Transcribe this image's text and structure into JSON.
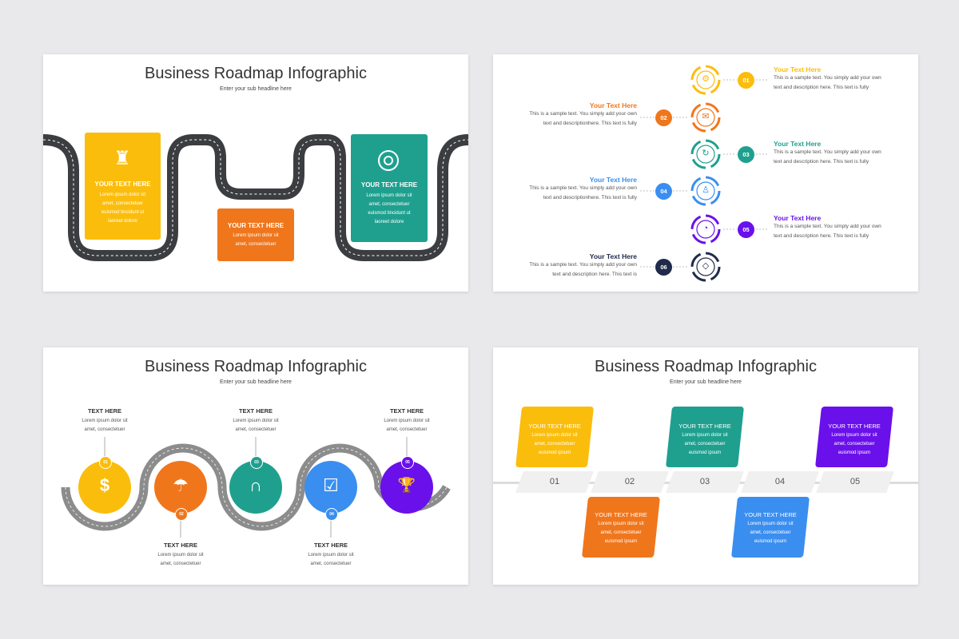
{
  "colors": {
    "yellow": "#fbbd0c",
    "orange": "#f0761c",
    "teal": "#1fa08f",
    "blue": "#3a8ef0",
    "purple": "#6a10ea",
    "navy": "#202a49",
    "road": "#3b3d40",
    "road2": "#8c8c8c"
  },
  "slide1": {
    "title": "Business Roadmap Infographic",
    "subtitle": "Enter your sub headline here",
    "cards": [
      {
        "heading": "YOUR TEXT HERE",
        "lines": [
          "Lorem ipsum dolor sit",
          "amet, consectetuer",
          "euismod tincidunt ut",
          "laoreet dolore"
        ],
        "icon": "chess-icon"
      },
      {
        "heading": "YOUR TEXT HERE",
        "lines": [
          "Lorem ipsum dolor sit",
          "amet, consectetuer"
        ]
      },
      {
        "heading": "YOUR TEXT HERE",
        "lines": [
          "Lorem ipsum dolor sit",
          "amet, consectetuer",
          "euismod tincidunt ut",
          "laoreet dolore"
        ],
        "icon": "target-icon"
      }
    ]
  },
  "slide2": {
    "items": [
      {
        "num": "01",
        "heading": "Your Text Here",
        "line1": "This is a sample text. You simply add your own",
        "line2": "text and description here. This text is fully",
        "icon": "settings-icon",
        "color": "#fbbd0c"
      },
      {
        "num": "02",
        "heading": "Your Text Here",
        "line1": "This is a sample text. You simply add your own",
        "line2": "text and descriptionhere. This text is fully",
        "icon": "mail-icon",
        "color": "#f0761c"
      },
      {
        "num": "03",
        "heading": "Your Text Here",
        "line1": "This is a sample text. You simply add your own",
        "line2": "text and description here. This text is fully",
        "icon": "refresh-icon",
        "color": "#1fa08f"
      },
      {
        "num": "04",
        "heading": "Your Text Here",
        "line1": "This is a sample text. You simply add your own",
        "line2": "text and descriptionhere. This text is fully",
        "icon": "person-icon",
        "color": "#3a8ef0"
      },
      {
        "num": "05",
        "heading": "Your Text Here",
        "line1": "This is a sample text. You simply add your own",
        "line2": "text and description here. This text is fully",
        "icon": "pie-chart-icon",
        "color": "#6a10ea"
      },
      {
        "num": "06",
        "heading": "Your Text Here",
        "line1": "This is a sample text. You simply add your own",
        "line2": "text and description here. This text is",
        "icon": "diamond-icon",
        "color": "#202a49"
      }
    ]
  },
  "slide3": {
    "title": "Business Roadmap Infographic",
    "subtitle": "Enter your sub headline here",
    "items": [
      {
        "num": "01",
        "heading": "TEXT HERE",
        "line1": "Lorem ipsum dolor sit",
        "line2": "amet, consectetuer",
        "icon": "money-umbrella-icon",
        "glyph": "$"
      },
      {
        "num": "02",
        "heading": "TEXT HERE",
        "line1": "Lorem ipsum dolor sit",
        "line2": "amet, consectetuer",
        "icon": "umbrella-icon",
        "glyph": "☂"
      },
      {
        "num": "03",
        "heading": "TEXT HERE",
        "line1": "Lorem ipsum dolor sit",
        "line2": "amet, consectetuer",
        "icon": "magnet-icon",
        "glyph": "∩"
      },
      {
        "num": "04",
        "heading": "TEXT HERE",
        "line1": "Lorem ipsum dolor sit",
        "line2": "amet, consectetuer",
        "icon": "checklist-icon",
        "glyph": "☑"
      },
      {
        "num": "05",
        "heading": "TEXT HERE",
        "line1": "Lorem ipsum dolor sit",
        "line2": "amet, consectetuer",
        "icon": "trophy-icon",
        "glyph": "🏆"
      }
    ]
  },
  "slide4": {
    "title": "Business Roadmap Infographic",
    "subtitle": "Enter your sub headline here",
    "steps": [
      "01",
      "02",
      "03",
      "04",
      "05"
    ],
    "cards": [
      {
        "heading": "YOUR TEXT HERE",
        "line1": "Lorem ipsum dolor sit",
        "line2": "amet, consectetuer",
        "line3": "euismod ipsum"
      },
      {
        "heading": "YOUR TEXT HERE",
        "line1": "Lorem ipsum dolor sit",
        "line2": "amet, consectetuer",
        "line3": "euismod ipsum"
      },
      {
        "heading": "YOUR TEXT HERE",
        "line1": "Lorem ipsum dolor sit",
        "line2": "amet, consectetuer",
        "line3": "euismod ipsum"
      },
      {
        "heading": "YOUR TEXT HERE",
        "line1": "Lorem ipsum dolor sit",
        "line2": "amet, consectetuer",
        "line3": "euismod ipsum"
      },
      {
        "heading": "YOUR TEXT HERE",
        "line1": "Lorem ipsum dolor sit",
        "line2": "amet, consectetuer",
        "line3": "euismod ipsum"
      }
    ]
  }
}
